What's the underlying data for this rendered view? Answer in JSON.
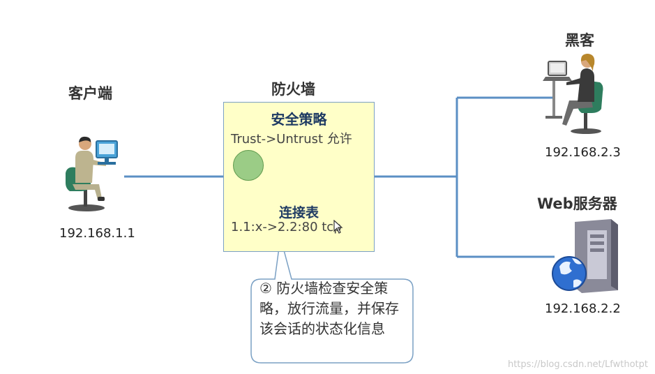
{
  "client": {
    "title": "客户端",
    "ip": "192.168.1.1"
  },
  "firewall": {
    "title": "防火墙",
    "policy_title": "安全策略",
    "policy_rule": "Trust->Untrust  允许",
    "conn_table_title": "连接表",
    "conn_entry": "1.1:x->2.2:80  tcp"
  },
  "hacker": {
    "title": "黑客",
    "ip": "192.168.2.3"
  },
  "web_server": {
    "title": "Web服务器",
    "ip": "192.168.2.2"
  },
  "callout": {
    "text": "② 防火墙检查安全策略，放行流量，并保存该会话的状态化信息"
  },
  "watermark": "https://blog.csdn.net/Lfwthotpt",
  "colors": {
    "link": "#5b8fc4",
    "fw_box_fill": "#ffffc8",
    "fw_box_border": "#7aa0c4",
    "policy_dot": "#9bcc86",
    "heading": "#1f3b63"
  }
}
